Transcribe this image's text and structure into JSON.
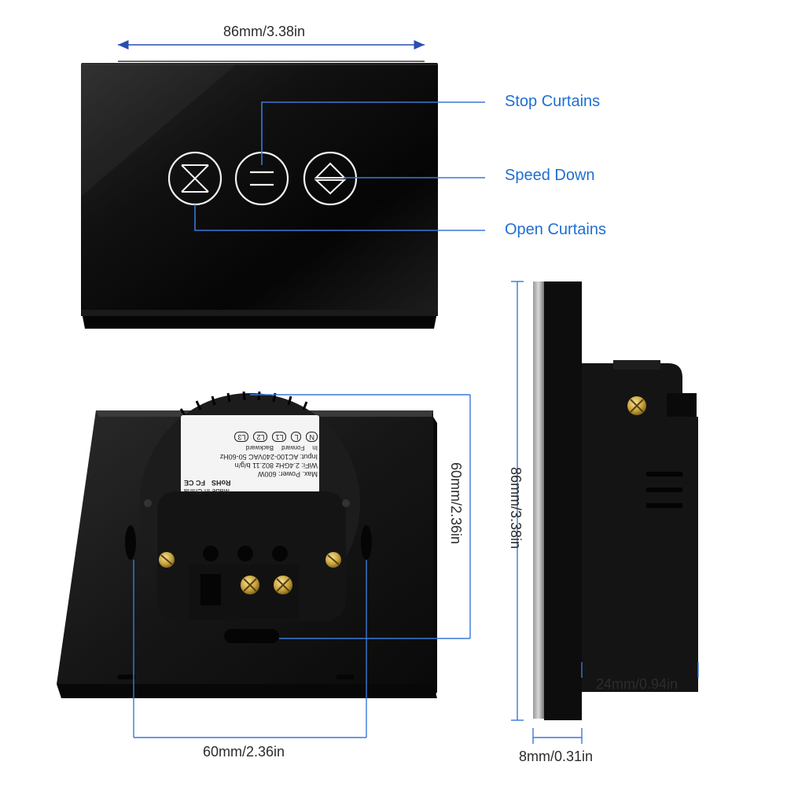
{
  "dimensions": {
    "front_width": "86mm/3.38in",
    "back_height": "60mm/2.36in",
    "side_height": "86mm/3.38in",
    "back_width": "60mm/2.36in",
    "depth": "24mm/0.94in",
    "glass_thickness": "8mm/0.31in"
  },
  "callouts": {
    "stop": "Stop Curtains",
    "speed": "Speed Down",
    "open": "Open Curtains"
  },
  "module_label": {
    "made_in": "Made in China",
    "rohs": "RoHS",
    "marks": "FC CE",
    "max_power": "Max. Power: 600W",
    "wifi": "WiFi: 2.4GHz 802.11 b/g/n",
    "input": "Input: AC100-240VAC 50-60Hz",
    "row_in": "In",
    "row_forward": "Forward",
    "row_backward": "Backward",
    "terminals": [
      "N",
      "L",
      "L1",
      "L2",
      "L3"
    ]
  },
  "colors": {
    "callout_blue": "#1f6fd1",
    "leader_blue": "#3a78d8",
    "panel_black": "#0b0b0b"
  },
  "icons": [
    "open-close-icon",
    "stop-icon",
    "up-down-icon"
  ]
}
